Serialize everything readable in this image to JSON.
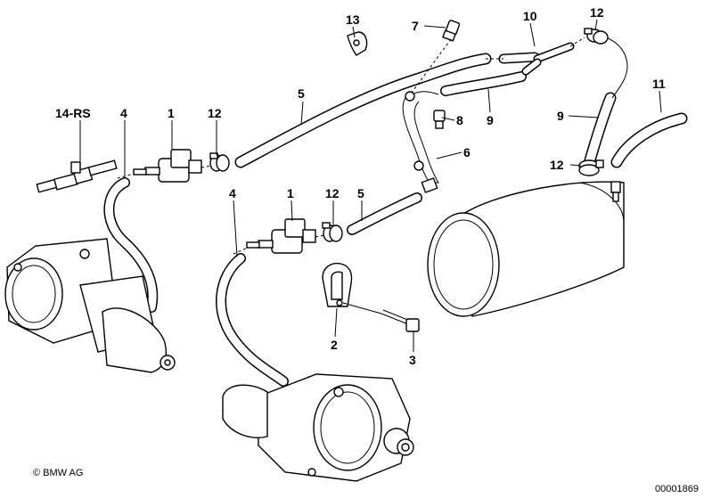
{
  "labels": {
    "l13": "13",
    "l7": "7",
    "l10": "10",
    "l12_top": "12",
    "l11": "11",
    "l5_top": "5",
    "l9_mid": "9",
    "l9_right": "9",
    "l8": "8",
    "l6": "6",
    "l14rs": "14-RS",
    "l4_left": "4",
    "l1_left": "1",
    "l12_left": "12",
    "l12_right": "12",
    "l4_mid": "4",
    "l1_mid": "1",
    "l12_mid": "12",
    "l5_mid": "5",
    "l2": "2",
    "l3": "3"
  },
  "footer": {
    "copyright": "© BMW AG",
    "diagram_number": "00001869"
  }
}
